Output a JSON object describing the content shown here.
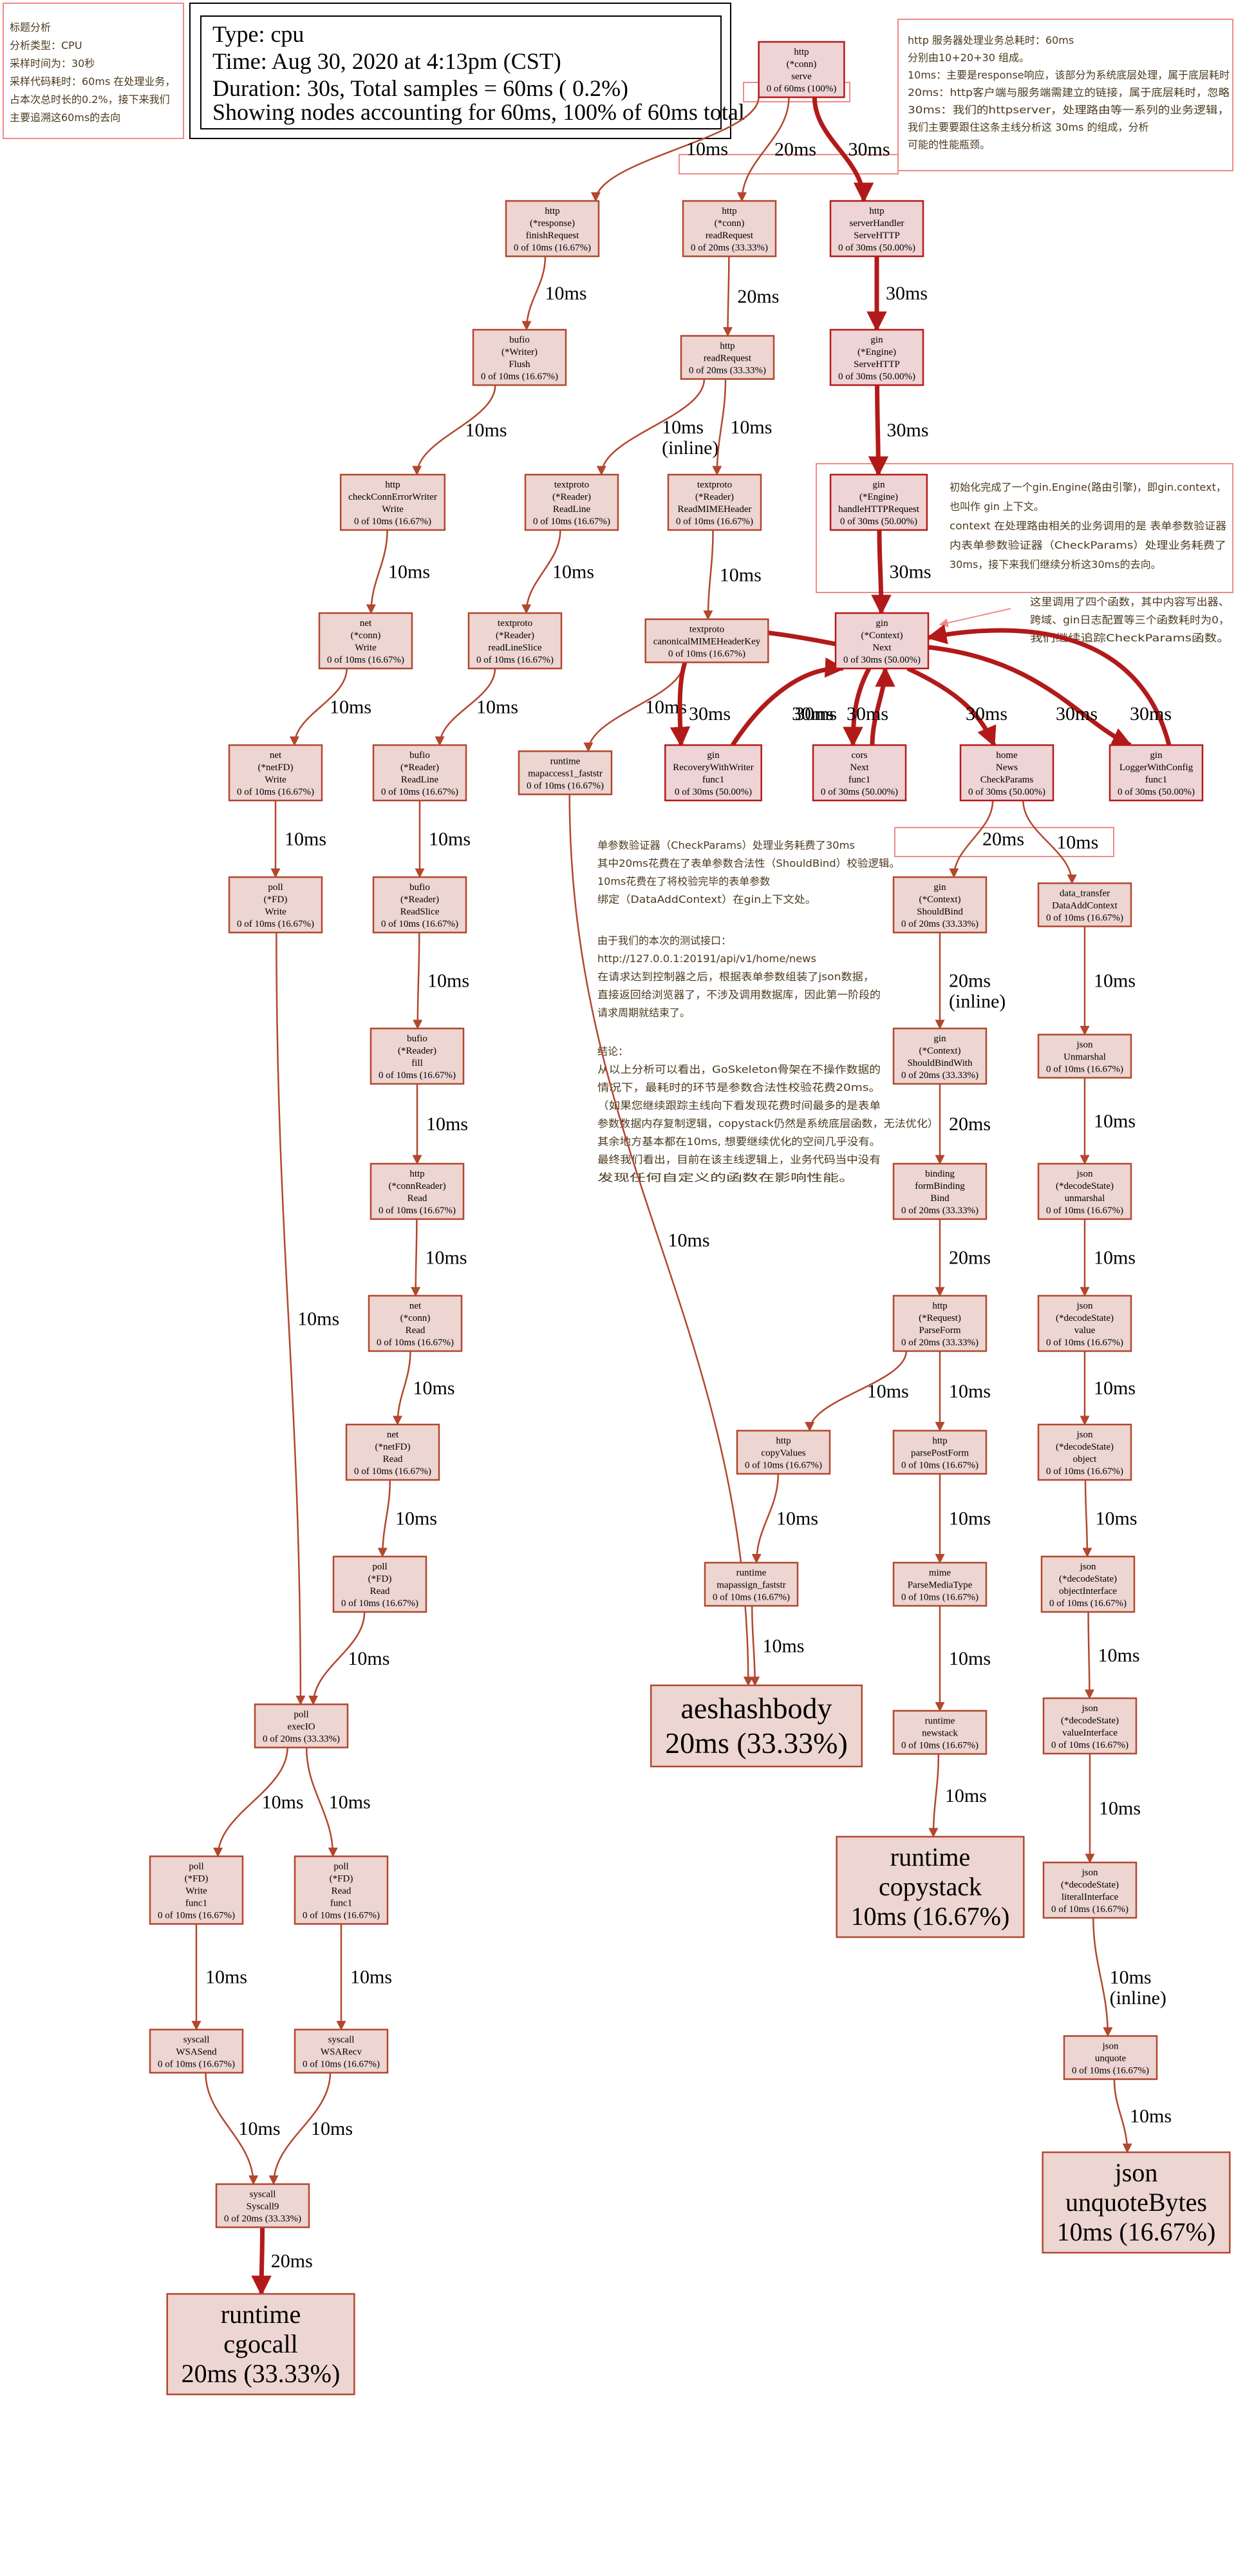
{
  "legend": {
    "lines": [
      "Type: cpu",
      "Time: Aug 30, 2020 at 4:13pm (CST)",
      "Duration: 30s, Total samples = 60ms (  0.2%)",
      "Showing nodes accounting for 60ms, 100% of 60ms total"
    ]
  },
  "notes": {
    "top_left": [
      "标题分析",
      "分析类型：CPU",
      "采样时间为：30秒",
      "采样代码耗时：60ms 在处理业务，",
      "占本次总时长的0.2%，接下来我们",
      "主要追溯这60ms的去向"
    ],
    "top_right": [
      "http 服务器处理业务总耗时：60ms",
      "分别由10+20+30 组成。",
      "10ms：主要是response响应，该部分为系统底层处理，属于底层耗时",
      "20ms：http客户端与服务端需建立的链接，属于底层耗时，忽略",
      "30ms：我们的httpserver，处理路由等一系列的业务逻辑，",
      "        我们主要要跟住这条主线分析这 30ms 的组成，分析",
      "        可能的性能瓶颈。"
    ],
    "engine": [
      "初始化完成了一个gin.Engine(路由引擎)，即gin.context，",
      "也叫作 gin 上下文。",
      "context 在处理路由相关的业务调用的是 表单参数验证器",
      "内表单参数验证器（CheckParams）处理业务耗费了",
      "30ms，接下来我们继续分析这30ms的去向。"
    ],
    "next": [
      "这里调用了四个函数，其中内容写出器、",
      "跨域、gin日志配置等三个函数耗时为0，",
      "我们继续追踪CheckParams函数。"
    ],
    "analysis": [
      "单参数验证器（CheckParams）处理业务耗费了30ms",
      "其中20ms花费在了表单参数合法性（ShouldBind）校验逻辑。",
      "10ms花费在了将校验完毕的表单参数",
      "绑定（DataAddContext）在gin上下文处。",
      "",
      "由于我们的本次的测试接口：",
      "http://127.0.0.1:20191/api/v1/home/news",
      "在请求达到控制器之后，根据表单参数组装了json数据，",
      "直接返回给浏览器了，不涉及调用数据库，因此第一阶段的",
      "请求周期就结束了。",
      "",
      "结论：",
      "从以上分析可以看出，GoSkeleton骨架在不操作数据的",
      "情况下，最耗时的环节是参数合法性校验花费20ms。",
      "（如果您继续跟踪主线向下看发现花费时间最多的是表单",
      "参数数据内存复制逻辑，copystack仍然是系统底层函数，无法优化）",
      "其余地方基本都在10ms, 想要继续优化的空间几乎没有。",
      "最终我们看出，目前在该主线逻辑上，业务代码当中没有",
      "发现任何自定义的函数在影响性能。"
    ]
  },
  "nodes": [
    {
      "id": "conn_serve",
      "lines": [
        "http",
        "(*conn)",
        "serve",
        "0 of 60ms (100%)"
      ],
      "size": "s",
      "hot": true
    },
    {
      "id": "resp_finish",
      "lines": [
        "http",
        "(*response)",
        "finishRequest",
        "0 of 10ms (16.67%)"
      ],
      "size": "s"
    },
    {
      "id": "conn_read",
      "lines": [
        "http",
        "(*conn)",
        "readRequest",
        "0 of 20ms (33.33%)"
      ],
      "size": "s"
    },
    {
      "id": "server_handler",
      "lines": [
        "http",
        "serverHandler",
        "ServeHTTP",
        "0 of 30ms (50.00%)"
      ],
      "size": "s",
      "hot": true
    },
    {
      "id": "bufio_flush",
      "lines": [
        "bufio",
        "(*Writer)",
        "Flush",
        "0 of 10ms (16.67%)"
      ],
      "size": "s"
    },
    {
      "id": "http_readreq",
      "lines": [
        "http",
        "readRequest",
        "0 of 20ms (33.33%)"
      ],
      "size": "s"
    },
    {
      "id": "engine_serve",
      "lines": [
        "gin",
        "(*Engine)",
        "ServeHTTP",
        "0 of 30ms (50.00%)"
      ],
      "size": "s",
      "hot": true
    },
    {
      "id": "check_conn_err",
      "lines": [
        "http",
        "checkConnErrorWriter",
        "Write",
        "0 of 10ms (16.67%)"
      ],
      "size": "s"
    },
    {
      "id": "tp_readline",
      "lines": [
        "textproto",
        "(*Reader)",
        "ReadLine",
        "0 of 10ms (16.67%)"
      ],
      "size": "s"
    },
    {
      "id": "tp_readmime",
      "lines": [
        "textproto",
        "(*Reader)",
        "ReadMIMEHeader",
        "0 of 10ms (16.67%)"
      ],
      "size": "s"
    },
    {
      "id": "engine_handle",
      "lines": [
        "gin",
        "(*Engine)",
        "handleHTTPRequest",
        "0 of 30ms (50.00%)"
      ],
      "size": "s",
      "hot": true
    },
    {
      "id": "net_conn_write",
      "lines": [
        "net",
        "(*conn)",
        "Write",
        "0 of 10ms (16.67%)"
      ],
      "size": "s"
    },
    {
      "id": "tp_readlineslice",
      "lines": [
        "textproto",
        "(*Reader)",
        "readLineSlice",
        "0 of 10ms (16.67%)"
      ],
      "size": "s"
    },
    {
      "id": "tp_canonical",
      "lines": [
        "textproto",
        "canonicalMIMEHeaderKey",
        "0 of 10ms (16.67%)"
      ],
      "size": "s"
    },
    {
      "id": "ctx_next",
      "lines": [
        "gin",
        "(*Context)",
        "Next",
        "0 of 30ms (50.00%)"
      ],
      "size": "s",
      "hot": true
    },
    {
      "id": "netfd_write",
      "lines": [
        "net",
        "(*netFD)",
        "Write",
        "0 of 10ms (16.67%)"
      ],
      "size": "s"
    },
    {
      "id": "bufio_readline",
      "lines": [
        "bufio",
        "(*Reader)",
        "ReadLine",
        "0 of 10ms (16.67%)"
      ],
      "size": "s"
    },
    {
      "id": "mapaccess",
      "lines": [
        "runtime",
        "mapaccess1_faststr",
        "0 of 10ms (16.67%)"
      ],
      "size": "s"
    },
    {
      "id": "recovery",
      "lines": [
        "gin",
        "RecoveryWithWriter",
        "func1",
        "0 of 30ms (50.00%)"
      ],
      "size": "s",
      "hot": true
    },
    {
      "id": "cors_next",
      "lines": [
        "cors",
        "Next",
        "func1",
        "0 of 30ms (50.00%)"
      ],
      "size": "s",
      "hot": true
    },
    {
      "id": "check_params",
      "lines": [
        "home",
        "News",
        "CheckParams",
        "0 of 30ms (50.00%)"
      ],
      "size": "s",
      "hot": true
    },
    {
      "id": "logger",
      "lines": [
        "gin",
        "LoggerWithConfig",
        "func1",
        "0 of 30ms (50.00%)"
      ],
      "size": "s",
      "hot": true
    },
    {
      "id": "pollfd_write",
      "lines": [
        "poll",
        "(*FD)",
        "Write",
        "0 of 10ms (16.67%)"
      ],
      "size": "s"
    },
    {
      "id": "bufio_readslice",
      "lines": [
        "bufio",
        "(*Reader)",
        "ReadSlice",
        "0 of 10ms (16.67%)"
      ],
      "size": "s"
    },
    {
      "id": "ctx_shouldbind",
      "lines": [
        "gin",
        "(*Context)",
        "ShouldBind",
        "0 of 20ms (33.33%)"
      ],
      "size": "s"
    },
    {
      "id": "data_transfer",
      "lines": [
        "data_transfer",
        "DataAddContext",
        "0 of 10ms (16.67%)"
      ],
      "size": "s"
    },
    {
      "id": "bufio_fill",
      "lines": [
        "bufio",
        "(*Reader)",
        "fill",
        "0 of 10ms (16.67%)"
      ],
      "size": "s"
    },
    {
      "id": "ctx_shouldbindwith",
      "lines": [
        "gin",
        "(*Context)",
        "ShouldBindWith",
        "0 of 20ms (33.33%)"
      ],
      "size": "s"
    },
    {
      "id": "json_unmarshal",
      "lines": [
        "json",
        "Unmarshal",
        "0 of 10ms (16.67%)"
      ],
      "size": "s"
    },
    {
      "id": "connreader_read",
      "lines": [
        "http",
        "(*connReader)",
        "Read",
        "0 of 10ms (16.67%)"
      ],
      "size": "s"
    },
    {
      "id": "binding_form",
      "lines": [
        "binding",
        "formBinding",
        "Bind",
        "0 of 20ms (33.33%)"
      ],
      "size": "s"
    },
    {
      "id": "decode_unmarshal",
      "lines": [
        "json",
        "(*decodeState)",
        "unmarshal",
        "0 of 10ms (16.67%)"
      ],
      "size": "s"
    },
    {
      "id": "net_conn_read",
      "lines": [
        "net",
        "(*conn)",
        "Read",
        "0 of 10ms (16.67%)"
      ],
      "size": "s"
    },
    {
      "id": "req_parseform",
      "lines": [
        "http",
        "(*Request)",
        "ParseForm",
        "0 of 20ms (33.33%)"
      ],
      "size": "s"
    },
    {
      "id": "decode_value",
      "lines": [
        "json",
        "(*decodeState)",
        "value",
        "0 of 10ms (16.67%)"
      ],
      "size": "s"
    },
    {
      "id": "netfd_read",
      "lines": [
        "net",
        "(*netFD)",
        "Read",
        "0 of 10ms (16.67%)"
      ],
      "size": "s"
    },
    {
      "id": "copy_values",
      "lines": [
        "http",
        "copyValues",
        "0 of 10ms (16.67%)"
      ],
      "size": "s"
    },
    {
      "id": "parse_postform",
      "lines": [
        "http",
        "parsePostForm",
        "0 of 10ms (16.67%)"
      ],
      "size": "s"
    },
    {
      "id": "decode_object",
      "lines": [
        "json",
        "(*decodeState)",
        "object",
        "0 of 10ms (16.67%)"
      ],
      "size": "s"
    },
    {
      "id": "pollfd_read",
      "lines": [
        "poll",
        "(*FD)",
        "Read",
        "0 of 10ms (16.67%)"
      ],
      "size": "s"
    },
    {
      "id": "mapassign",
      "lines": [
        "runtime",
        "mapassign_faststr",
        "0 of 10ms (16.67%)"
      ],
      "size": "s"
    },
    {
      "id": "mime_parse",
      "lines": [
        "mime",
        "ParseMediaType",
        "0 of 10ms (16.67%)"
      ],
      "size": "s"
    },
    {
      "id": "decode_objiface",
      "lines": [
        "json",
        "(*decodeState)",
        "objectInterface",
        "0 of 10ms (16.67%)"
      ],
      "size": "s"
    },
    {
      "id": "aeshashbody",
      "lines": [
        "aeshashbody",
        "20ms (33.33%)"
      ],
      "size": "xl"
    },
    {
      "id": "poll_execio",
      "lines": [
        "poll",
        "execIO",
        "0 of 20ms (33.33%)"
      ],
      "size": "s"
    },
    {
      "id": "newstack",
      "lines": [
        "runtime",
        "newstack",
        "0 of 10ms (16.67%)"
      ],
      "size": "s"
    },
    {
      "id": "decode_valueiface",
      "lines": [
        "json",
        "(*decodeState)",
        "valueInterface",
        "0 of 10ms (16.67%)"
      ],
      "size": "s"
    },
    {
      "id": "poll_write_func1",
      "lines": [
        "poll",
        "(*FD)",
        "Write",
        "func1",
        "0 of 10ms (16.67%)"
      ],
      "size": "s"
    },
    {
      "id": "poll_read_func1",
      "lines": [
        "poll",
        "(*FD)",
        "Read",
        "func1",
        "0 of 10ms (16.67%)"
      ],
      "size": "s"
    },
    {
      "id": "copystack",
      "lines": [
        "runtime",
        "copystack",
        "10ms (16.67%)"
      ],
      "size": "l"
    },
    {
      "id": "decode_literal",
      "lines": [
        "json",
        "(*decodeState)",
        "literalInterface",
        "0 of 10ms (16.67%)"
      ],
      "size": "s"
    },
    {
      "id": "wsasend",
      "lines": [
        "syscall",
        "WSASend",
        "0 of 10ms (16.67%)"
      ],
      "size": "s"
    },
    {
      "id": "wsarecv",
      "lines": [
        "syscall",
        "WSARecv",
        "0 of 10ms (16.67%)"
      ],
      "size": "s"
    },
    {
      "id": "json_unquote",
      "lines": [
        "json",
        "unquote",
        "0 of 10ms (16.67%)"
      ],
      "size": "s"
    },
    {
      "id": "syscall9",
      "lines": [
        "syscall",
        "Syscall9",
        "0 of 20ms (33.33%)"
      ],
      "size": "s"
    },
    {
      "id": "unquote_bytes",
      "lines": [
        "json",
        "unquoteBytes",
        "10ms (16.67%)"
      ],
      "size": "l"
    },
    {
      "id": "cgocall",
      "lines": [
        "runtime",
        "cgocall",
        "20ms (33.33%)"
      ],
      "size": "l"
    }
  ],
  "edges": [
    {
      "from": "conn_serve",
      "to": "resp_finish",
      "label": "10ms"
    },
    {
      "from": "conn_serve",
      "to": "conn_read",
      "label": "20ms"
    },
    {
      "from": "conn_serve",
      "to": "server_handler",
      "label": "30ms",
      "hot": true
    },
    {
      "from": "resp_finish",
      "to": "bufio_flush",
      "label": "10ms"
    },
    {
      "from": "conn_read",
      "to": "http_readreq",
      "label": "20ms"
    },
    {
      "from": "server_handler",
      "to": "engine_serve",
      "label": "30ms",
      "hot": true
    },
    {
      "from": "bufio_flush",
      "to": "check_conn_err",
      "label": "10ms"
    },
    {
      "from": "http_readreq",
      "to": "tp_readline",
      "label": "10ms",
      "label2": "(inline)"
    },
    {
      "from": "http_readreq",
      "to": "tp_readmime",
      "label": "10ms"
    },
    {
      "from": "engine_serve",
      "to": "engine_handle",
      "label": "30ms",
      "hot": true
    },
    {
      "from": "check_conn_err",
      "to": "net_conn_write",
      "label": "10ms"
    },
    {
      "from": "tp_readline",
      "to": "tp_readlineslice",
      "label": "10ms"
    },
    {
      "from": "tp_readmime",
      "to": "tp_canonical",
      "label": "10ms"
    },
    {
      "from": "engine_handle",
      "to": "ctx_next",
      "label": "30ms",
      "hot": true
    },
    {
      "from": "net_conn_write",
      "to": "netfd_write",
      "label": "10ms"
    },
    {
      "from": "tp_readlineslice",
      "to": "bufio_readline",
      "label": "10ms"
    },
    {
      "from": "tp_canonical",
      "to": "mapaccess",
      "label": "10ms"
    },
    {
      "from": "ctx_next",
      "to": "recovery",
      "label": "30ms",
      "hot": true
    },
    {
      "from": "recovery",
      "to": "ctx_next",
      "label": "30ms",
      "hot": true
    },
    {
      "from": "ctx_next",
      "to": "cors_next",
      "label": "30ms",
      "hot": true
    },
    {
      "from": "cors_next",
      "to": "ctx_next",
      "label": "30ms",
      "hot": true
    },
    {
      "from": "ctx_next",
      "to": "check_params",
      "label": "30ms",
      "hot": true
    },
    {
      "from": "ctx_next",
      "to": "logger",
      "label": "30ms",
      "hot": true
    },
    {
      "from": "logger",
      "to": "ctx_next",
      "label": "30ms",
      "hot": true
    },
    {
      "from": "netfd_write",
      "to": "pollfd_write",
      "label": "10ms"
    },
    {
      "from": "bufio_readline",
      "to": "bufio_readslice",
      "label": "10ms"
    },
    {
      "from": "check_params",
      "to": "ctx_shouldbind",
      "label": "20ms"
    },
    {
      "from": "check_params",
      "to": "data_transfer",
      "label": "10ms"
    },
    {
      "from": "bufio_readslice",
      "to": "bufio_fill",
      "label": "10ms"
    },
    {
      "from": "ctx_shouldbind",
      "to": "ctx_shouldbindwith",
      "label": "20ms",
      "label2": "(inline)"
    },
    {
      "from": "data_transfer",
      "to": "json_unmarshal",
      "label": "10ms"
    },
    {
      "from": "bufio_fill",
      "to": "connreader_read",
      "label": "10ms"
    },
    {
      "from": "ctx_shouldbindwith",
      "to": "binding_form",
      "label": "20ms"
    },
    {
      "from": "json_unmarshal",
      "to": "decode_unmarshal",
      "label": "10ms"
    },
    {
      "from": "connreader_read",
      "to": "net_conn_read",
      "label": "10ms"
    },
    {
      "from": "binding_form",
      "to": "req_parseform",
      "label": "20ms"
    },
    {
      "from": "decode_unmarshal",
      "to": "decode_value",
      "label": "10ms"
    },
    {
      "from": "net_conn_read",
      "to": "netfd_read",
      "label": "10ms"
    },
    {
      "from": "req_parseform",
      "to": "copy_values",
      "label": "10ms"
    },
    {
      "from": "req_parseform",
      "to": "parse_postform",
      "label": "10ms"
    },
    {
      "from": "decode_value",
      "to": "decode_object",
      "label": "10ms"
    },
    {
      "from": "netfd_read",
      "to": "pollfd_read",
      "label": "10ms"
    },
    {
      "from": "copy_values",
      "to": "mapassign",
      "label": "10ms"
    },
    {
      "from": "parse_postform",
      "to": "mime_parse",
      "label": "10ms"
    },
    {
      "from": "decode_object",
      "to": "decode_objiface",
      "label": "10ms"
    },
    {
      "from": "mapaccess",
      "to": "aeshashbody",
      "label": "10ms"
    },
    {
      "from": "mapassign",
      "to": "aeshashbody",
      "label": "10ms"
    },
    {
      "from": "pollfd_write",
      "to": "poll_execio",
      "label": "10ms"
    },
    {
      "from": "pollfd_read",
      "to": "poll_execio",
      "label": "10ms"
    },
    {
      "from": "mime_parse",
      "to": "newstack",
      "label": "10ms"
    },
    {
      "from": "decode_objiface",
      "to": "decode_valueiface",
      "label": "10ms"
    },
    {
      "from": "poll_execio",
      "to": "poll_write_func1",
      "label": "10ms"
    },
    {
      "from": "poll_execio",
      "to": "poll_read_func1",
      "label": "10ms"
    },
    {
      "from": "newstack",
      "to": "copystack",
      "label": "10ms"
    },
    {
      "from": "decode_valueiface",
      "to": "decode_literal",
      "label": "10ms"
    },
    {
      "from": "poll_write_func1",
      "to": "wsasend",
      "label": "10ms"
    },
    {
      "from": "poll_read_func1",
      "to": "wsarecv",
      "label": "10ms"
    },
    {
      "from": "decode_literal",
      "to": "json_unquote",
      "label": "10ms",
      "label2": "(inline)"
    },
    {
      "from": "wsasend",
      "to": "syscall9",
      "label": "10ms"
    },
    {
      "from": "wsarecv",
      "to": "syscall9",
      "label": "10ms"
    },
    {
      "from": "json_unquote",
      "to": "unquote_bytes",
      "label": "10ms"
    },
    {
      "from": "syscall9",
      "to": "cgocall",
      "label": "20ms",
      "hot": true
    }
  ]
}
